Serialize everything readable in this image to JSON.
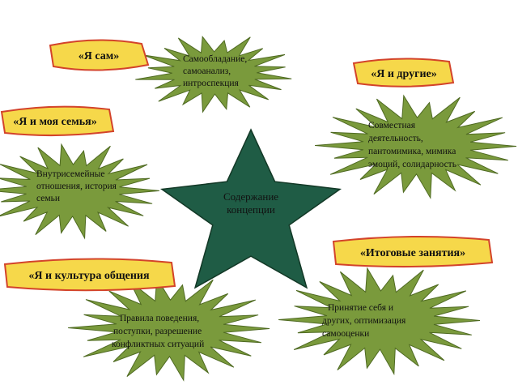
{
  "colors": {
    "burst_fill": "#7a9a3c",
    "burst_stroke": "#4f6a22",
    "star_fill": "#1f5c45",
    "star_stroke": "#123826",
    "banner_fill": "#f6d84a",
    "banner_stroke": "#d3432a"
  },
  "center": {
    "line1": "Содержание",
    "line2": "концепции"
  },
  "banners": {
    "self": "«Я сам»",
    "others": "«Я и другие»",
    "family": "«Я и моя семья»",
    "culture": "«Я и культура общения",
    "final": "«Итоговые занятия»"
  },
  "bursts": {
    "self": {
      "line1": "Самообладание,",
      "line2": "самоанализ,",
      "line3": "интроспекция"
    },
    "others": {
      "line1": "Совместная",
      "line2": "деятельность,",
      "line3": "пантомимика, мимика",
      "line4": "эмоций, солидарность"
    },
    "family": {
      "line1": "Внутрисемейные",
      "line2": "отношения, история",
      "line3": "семьи"
    },
    "culture": {
      "line1": "Правила поведения,",
      "line2": "поступки, разрешение",
      "line3": "конфликтных ситуаций"
    },
    "final": {
      "line1": "Принятие себя и",
      "line2": "других, оптимизация",
      "line3": "самооценки"
    }
  }
}
